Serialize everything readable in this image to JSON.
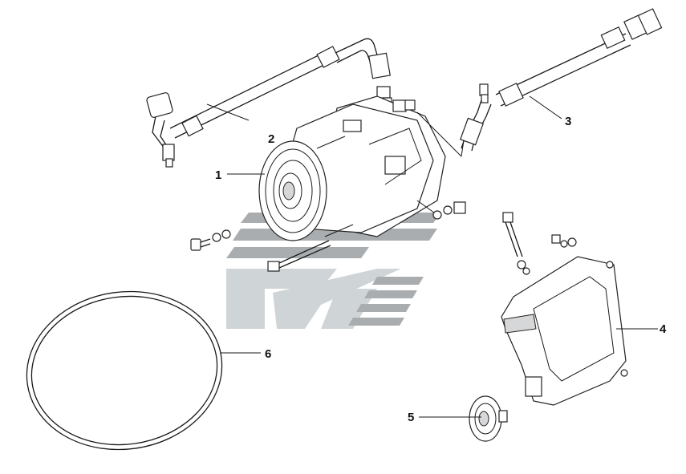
{
  "callouts": [
    {
      "id": "1",
      "label": "1"
    },
    {
      "id": "2",
      "label": "2"
    },
    {
      "id": "3",
      "label": "3"
    },
    {
      "id": "4",
      "label": "4"
    },
    {
      "id": "5",
      "label": "5"
    },
    {
      "id": "6",
      "label": "6"
    }
  ],
  "colors": {
    "line": "#1a1a1a",
    "watermark_dark": "#a9adb0",
    "watermark_light": "#cfd5d6"
  },
  "icons": {
    "watermark": "brand-logo-watermark"
  }
}
